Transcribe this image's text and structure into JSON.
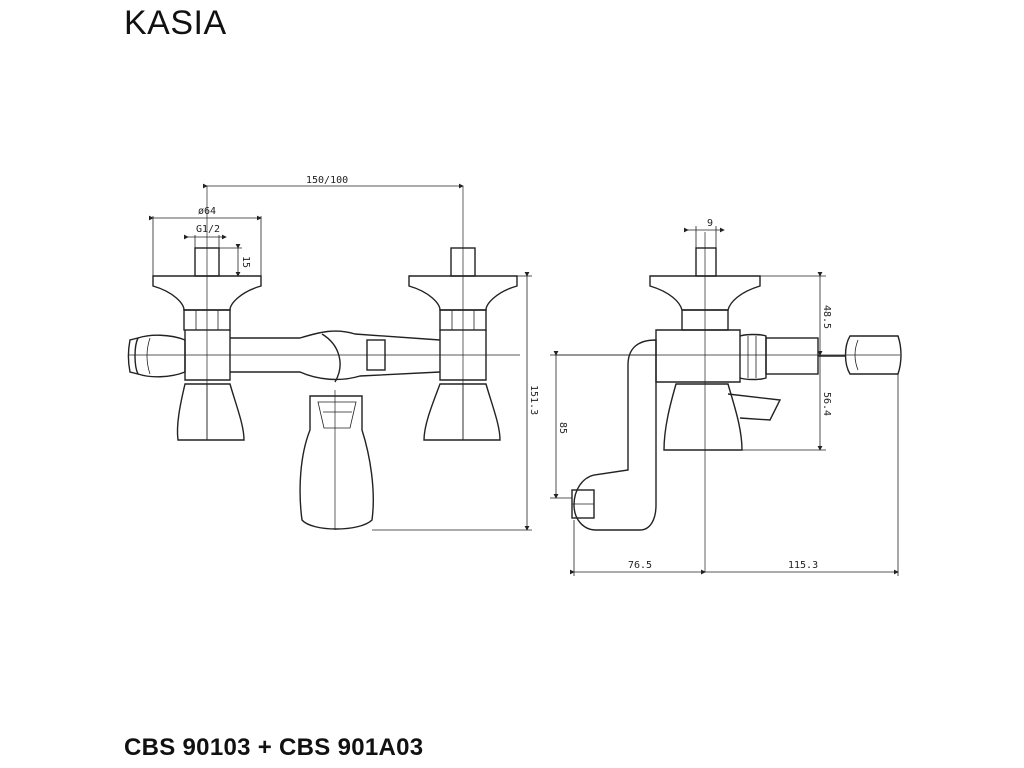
{
  "title": "KASIA",
  "model": "CBS 90103 + CBS 901A03",
  "dimensions": {
    "spacing": "150/100",
    "diameter": "ø64",
    "thread": "G1/2",
    "thread_len": "15",
    "height_total": "151.3",
    "height_spout": "85",
    "top_offset": "9",
    "holder_top": "48.5",
    "holder_low": "56.4",
    "depth_spout": "76.5",
    "depth_holder": "115.3"
  }
}
